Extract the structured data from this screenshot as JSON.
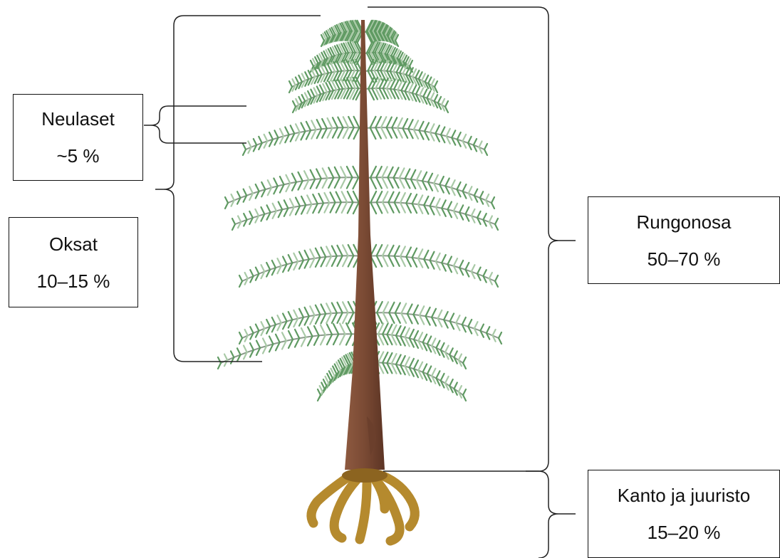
{
  "components": {
    "neulaset": {
      "label": "Neulaset",
      "share": "~5 %"
    },
    "oksat": {
      "label": "Oksat",
      "share": "10–15 %"
    },
    "rungonosa": {
      "label": "Rungonosa",
      "share": "50–70 %"
    },
    "kanto": {
      "label": "Kanto ja juuristo",
      "share": "15–20 %"
    }
  },
  "colors": {
    "needles": "#5f9a62",
    "needles_light": "#a8c9a6",
    "trunk": "#7a4a34",
    "roots": "#b58a2e",
    "lines": "#222222"
  }
}
